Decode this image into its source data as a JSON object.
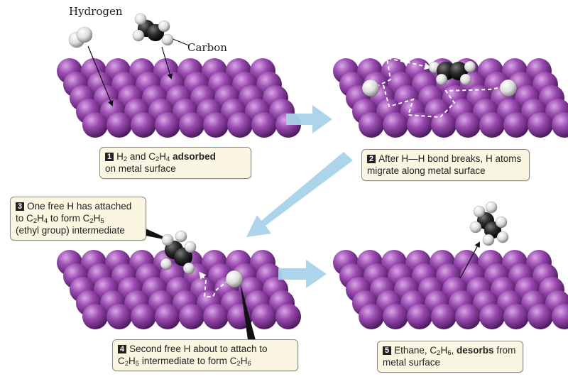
{
  "labels": {
    "hydrogen": "Hydrogen",
    "carbon": "Carbon"
  },
  "colors": {
    "metal": "#8e3fa0",
    "callout_bg": "#fbf6e2",
    "arrow": "#a8d2ea",
    "carbon": "#222222",
    "hydrogen": "#e6e6e6"
  },
  "steps": [
    {
      "number": "1",
      "line1_pre": "H",
      "line1_sub1": "2",
      "line1_mid": " and C",
      "line1_sub2": "2",
      "line1_tail": "H",
      "line1_sub3": "4",
      "line1_bold": "adsorbed",
      "line2": "on metal surface"
    },
    {
      "number": "2",
      "line1": "After H—H bond breaks, H atoms",
      "line2": "migrate along metal surface"
    },
    {
      "number": "3",
      "line1": "One free H has attached",
      "line2_pre": "to C",
      "line2_sub1": "2",
      "line2_mid": "H",
      "line2_sub2": "4",
      "line2_post": " to form C",
      "line2_sub3": "2",
      "line2_tail": "H",
      "line2_sub4": "5",
      "line3": "(ethyl group) intermediate"
    },
    {
      "number": "4",
      "line1": "Second free H about to attach to",
      "line2_pre": "C",
      "line2_sub1": "2",
      "line2_mid": "H",
      "line2_sub2": "5",
      "line2_post": " intermediate to form C",
      "line2_sub3": "2",
      "line2_tail": "H",
      "line2_sub4": "6"
    },
    {
      "number": "5",
      "line1_pre": "Ethane, C",
      "line1_sub1": "2",
      "line1_mid": "H",
      "line1_sub2": "6",
      "line1_comma": ", ",
      "line1_bold": "desorbs",
      "line1_post": " from",
      "line2": "metal surface"
    }
  ]
}
